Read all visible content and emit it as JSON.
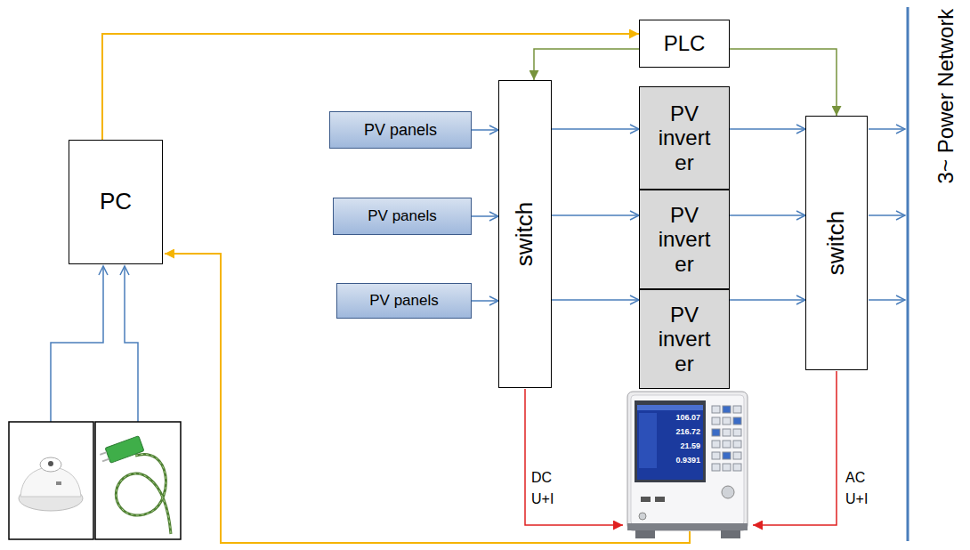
{
  "diagram": {
    "nodes": [
      {
        "text": [
          "PC"
        ]
      },
      {
        "text": [
          "PLC"
        ]
      },
      {
        "text": [
          "PV panels"
        ]
      },
      {
        "text": [
          "PV panels"
        ]
      },
      {
        "text": [
          "PV panels"
        ]
      },
      {
        "text": [
          "switch"
        ]
      },
      {
        "text": [
          "PV inverter"
        ]
      },
      {
        "text": [
          "PV inverter"
        ]
      },
      {
        "text": [
          "PV inverter"
        ]
      },
      {
        "text": [
          "switch"
        ]
      }
    ],
    "edges": [
      {
        "from": 0,
        "to": 1,
        "arrow": "to"
      },
      {
        "from": 1,
        "to": 5,
        "arrow": "to"
      },
      {
        "from": 1,
        "to": 9,
        "arrow": "to"
      },
      {
        "from": 2,
        "to": 5,
        "arrow": "to"
      },
      {
        "from": 3,
        "to": 5,
        "arrow": "to"
      },
      {
        "from": 4,
        "to": 5,
        "arrow": "to"
      },
      {
        "from": 5,
        "to": 6,
        "arrow": "to"
      },
      {
        "from": 5,
        "to": 7,
        "arrow": "to"
      },
      {
        "from": 5,
        "to": 8,
        "arrow": "to"
      },
      {
        "from": 6,
        "to": 9,
        "arrow": "to"
      },
      {
        "from": 7,
        "to": 9,
        "arrow": "to"
      },
      {
        "from": 8,
        "to": 9,
        "arrow": "to"
      }
    ],
    "labels": [
      "3~ Power Network",
      "DC",
      "U+I",
      "AC",
      "U+I",
      "106.07",
      "216.72",
      "21.59",
      "0.9391"
    ]
  }
}
